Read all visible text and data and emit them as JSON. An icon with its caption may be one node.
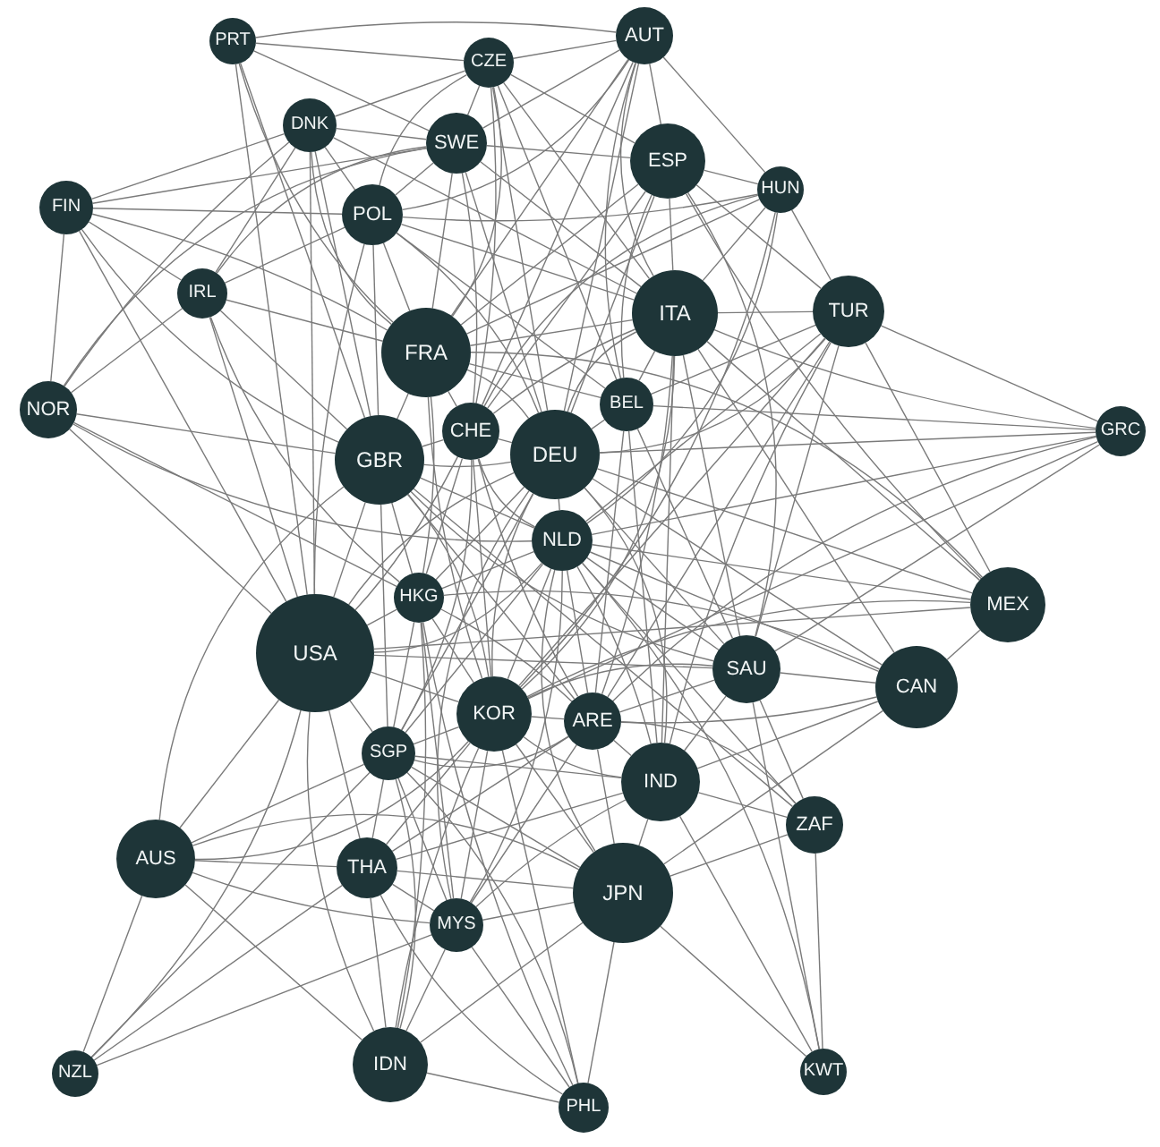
{
  "diagram": {
    "nodes": [
      {
        "text": [
          "PRT"
        ]
      },
      {
        "text": [
          "CZE"
        ]
      },
      {
        "text": [
          "AUT"
        ]
      },
      {
        "text": [
          "DNK"
        ]
      },
      {
        "text": [
          "SWE"
        ]
      },
      {
        "text": [
          "ESP"
        ]
      },
      {
        "text": [
          "HUN"
        ]
      },
      {
        "text": [
          "FIN"
        ]
      },
      {
        "text": [
          "POL"
        ]
      },
      {
        "text": [
          "IRL"
        ]
      },
      {
        "text": [
          "ITA"
        ]
      },
      {
        "text": [
          "TUR"
        ]
      },
      {
        "text": [
          "FRA"
        ]
      },
      {
        "text": [
          "NOR"
        ]
      },
      {
        "text": [
          "BEL"
        ]
      },
      {
        "text": [
          "CHE"
        ]
      },
      {
        "text": [
          "GRC"
        ]
      },
      {
        "text": [
          "GBR"
        ]
      },
      {
        "text": [
          "DEU"
        ]
      },
      {
        "text": [
          "NLD"
        ]
      },
      {
        "text": [
          "HKG"
        ]
      },
      {
        "text": [
          "MEX"
        ]
      },
      {
        "text": [
          "USA"
        ]
      },
      {
        "text": [
          "SAU"
        ]
      },
      {
        "text": [
          "CAN"
        ]
      },
      {
        "text": [
          "KOR"
        ]
      },
      {
        "text": [
          "ARE"
        ]
      },
      {
        "text": [
          "SGP"
        ]
      },
      {
        "text": [
          "IND"
        ]
      },
      {
        "text": [
          "ZAF"
        ]
      },
      {
        "text": [
          "AUS"
        ]
      },
      {
        "text": [
          "THA"
        ]
      },
      {
        "text": [
          "JPN"
        ]
      },
      {
        "text": [
          "MYS"
        ]
      },
      {
        "text": [
          "NZL"
        ]
      },
      {
        "text": [
          "IDN"
        ]
      },
      {
        "text": [
          "PHL"
        ]
      },
      {
        "text": [
          "KWT"
        ]
      }
    ],
    "edges": [
      {
        "from": 0,
        "to": 1,
        "arrow": "none"
      },
      {
        "from": 0,
        "to": 2,
        "arrow": "none"
      },
      {
        "from": 0,
        "to": 4,
        "arrow": "none"
      },
      {
        "from": 0,
        "to": 12,
        "arrow": "none"
      },
      {
        "from": 0,
        "to": 17,
        "arrow": "none"
      },
      {
        "from": 0,
        "to": 22,
        "arrow": "none"
      },
      {
        "from": 1,
        "to": 2,
        "arrow": "none"
      },
      {
        "from": 1,
        "to": 3,
        "arrow": "none"
      },
      {
        "from": 1,
        "to": 4,
        "arrow": "none"
      },
      {
        "from": 1,
        "to": 5,
        "arrow": "none"
      },
      {
        "from": 1,
        "to": 8,
        "arrow": "none"
      },
      {
        "from": 1,
        "to": 10,
        "arrow": "none"
      },
      {
        "from": 1,
        "to": 12,
        "arrow": "none"
      },
      {
        "from": 1,
        "to": 14,
        "arrow": "none"
      },
      {
        "from": 1,
        "to": 15,
        "arrow": "none"
      },
      {
        "from": 1,
        "to": 18,
        "arrow": "none"
      },
      {
        "from": 2,
        "to": 4,
        "arrow": "none"
      },
      {
        "from": 2,
        "to": 5,
        "arrow": "none"
      },
      {
        "from": 2,
        "to": 6,
        "arrow": "none"
      },
      {
        "from": 2,
        "to": 8,
        "arrow": "none"
      },
      {
        "from": 2,
        "to": 10,
        "arrow": "none"
      },
      {
        "from": 2,
        "to": 12,
        "arrow": "none"
      },
      {
        "from": 2,
        "to": 14,
        "arrow": "none"
      },
      {
        "from": 2,
        "to": 15,
        "arrow": "none"
      },
      {
        "from": 2,
        "to": 18,
        "arrow": "none"
      },
      {
        "from": 3,
        "to": 4,
        "arrow": "none"
      },
      {
        "from": 3,
        "to": 7,
        "arrow": "none"
      },
      {
        "from": 3,
        "to": 8,
        "arrow": "none"
      },
      {
        "from": 3,
        "to": 9,
        "arrow": "none"
      },
      {
        "from": 3,
        "to": 10,
        "arrow": "none"
      },
      {
        "from": 3,
        "to": 12,
        "arrow": "none"
      },
      {
        "from": 3,
        "to": 13,
        "arrow": "none"
      },
      {
        "from": 3,
        "to": 17,
        "arrow": "none"
      },
      {
        "from": 3,
        "to": 22,
        "arrow": "none"
      },
      {
        "from": 4,
        "to": 5,
        "arrow": "none"
      },
      {
        "from": 4,
        "to": 7,
        "arrow": "none"
      },
      {
        "from": 4,
        "to": 8,
        "arrow": "none"
      },
      {
        "from": 4,
        "to": 9,
        "arrow": "none"
      },
      {
        "from": 4,
        "to": 10,
        "arrow": "none"
      },
      {
        "from": 4,
        "to": 12,
        "arrow": "none"
      },
      {
        "from": 4,
        "to": 13,
        "arrow": "none"
      },
      {
        "from": 4,
        "to": 15,
        "arrow": "none"
      },
      {
        "from": 4,
        "to": 18,
        "arrow": "none"
      },
      {
        "from": 5,
        "to": 6,
        "arrow": "none"
      },
      {
        "from": 5,
        "to": 10,
        "arrow": "none"
      },
      {
        "from": 5,
        "to": 11,
        "arrow": "none"
      },
      {
        "from": 5,
        "to": 12,
        "arrow": "none"
      },
      {
        "from": 5,
        "to": 14,
        "arrow": "none"
      },
      {
        "from": 5,
        "to": 15,
        "arrow": "none"
      },
      {
        "from": 5,
        "to": 18,
        "arrow": "none"
      },
      {
        "from": 5,
        "to": 21,
        "arrow": "none"
      },
      {
        "from": 5,
        "to": 23,
        "arrow": "none"
      },
      {
        "from": 6,
        "to": 8,
        "arrow": "none"
      },
      {
        "from": 6,
        "to": 10,
        "arrow": "none"
      },
      {
        "from": 6,
        "to": 11,
        "arrow": "none"
      },
      {
        "from": 6,
        "to": 12,
        "arrow": "none"
      },
      {
        "from": 6,
        "to": 15,
        "arrow": "none"
      },
      {
        "from": 6,
        "to": 19,
        "arrow": "none"
      },
      {
        "from": 6,
        "to": 25,
        "arrow": "none"
      },
      {
        "from": 7,
        "to": 8,
        "arrow": "none"
      },
      {
        "from": 7,
        "to": 9,
        "arrow": "none"
      },
      {
        "from": 7,
        "to": 12,
        "arrow": "none"
      },
      {
        "from": 7,
        "to": 13,
        "arrow": "none"
      },
      {
        "from": 7,
        "to": 17,
        "arrow": "none"
      },
      {
        "from": 7,
        "to": 22,
        "arrow": "none"
      },
      {
        "from": 8,
        "to": 9,
        "arrow": "none"
      },
      {
        "from": 8,
        "to": 10,
        "arrow": "none"
      },
      {
        "from": 8,
        "to": 12,
        "arrow": "none"
      },
      {
        "from": 8,
        "to": 14,
        "arrow": "none"
      },
      {
        "from": 8,
        "to": 17,
        "arrow": "none"
      },
      {
        "from": 8,
        "to": 18,
        "arrow": "none"
      },
      {
        "from": 8,
        "to": 22,
        "arrow": "none"
      },
      {
        "from": 9,
        "to": 12,
        "arrow": "none"
      },
      {
        "from": 9,
        "to": 13,
        "arrow": "none"
      },
      {
        "from": 9,
        "to": 17,
        "arrow": "none"
      },
      {
        "from": 9,
        "to": 20,
        "arrow": "none"
      },
      {
        "from": 9,
        "to": 22,
        "arrow": "none"
      },
      {
        "from": 10,
        "to": 11,
        "arrow": "none"
      },
      {
        "from": 10,
        "to": 12,
        "arrow": "none"
      },
      {
        "from": 10,
        "to": 14,
        "arrow": "none"
      },
      {
        "from": 10,
        "to": 15,
        "arrow": "none"
      },
      {
        "from": 10,
        "to": 16,
        "arrow": "none"
      },
      {
        "from": 10,
        "to": 18,
        "arrow": "none"
      },
      {
        "from": 10,
        "to": 21,
        "arrow": "none"
      },
      {
        "from": 10,
        "to": 23,
        "arrow": "none"
      },
      {
        "from": 10,
        "to": 24,
        "arrow": "none"
      },
      {
        "from": 10,
        "to": 25,
        "arrow": "none"
      },
      {
        "from": 10,
        "to": 26,
        "arrow": "none"
      },
      {
        "from": 10,
        "to": 28,
        "arrow": "none"
      },
      {
        "from": 11,
        "to": 14,
        "arrow": "none"
      },
      {
        "from": 11,
        "to": 16,
        "arrow": "none"
      },
      {
        "from": 11,
        "to": 18,
        "arrow": "none"
      },
      {
        "from": 11,
        "to": 19,
        "arrow": "none"
      },
      {
        "from": 11,
        "to": 21,
        "arrow": "none"
      },
      {
        "from": 11,
        "to": 23,
        "arrow": "none"
      },
      {
        "from": 11,
        "to": 25,
        "arrow": "none"
      },
      {
        "from": 11,
        "to": 26,
        "arrow": "none"
      },
      {
        "from": 11,
        "to": 28,
        "arrow": "none"
      },
      {
        "from": 12,
        "to": 14,
        "arrow": "none"
      },
      {
        "from": 12,
        "to": 15,
        "arrow": "none"
      },
      {
        "from": 12,
        "to": 17,
        "arrow": "none"
      },
      {
        "from": 12,
        "to": 18,
        "arrow": "none"
      },
      {
        "from": 12,
        "to": 20,
        "arrow": "none"
      },
      {
        "from": 12,
        "to": 21,
        "arrow": "none"
      },
      {
        "from": 12,
        "to": 25,
        "arrow": "none"
      },
      {
        "from": 13,
        "to": 17,
        "arrow": "none"
      },
      {
        "from": 13,
        "to": 19,
        "arrow": "none"
      },
      {
        "from": 13,
        "to": 20,
        "arrow": "none"
      },
      {
        "from": 13,
        "to": 22,
        "arrow": "none"
      },
      {
        "from": 14,
        "to": 16,
        "arrow": "none"
      },
      {
        "from": 14,
        "to": 18,
        "arrow": "none"
      },
      {
        "from": 14,
        "to": 23,
        "arrow": "none"
      },
      {
        "from": 14,
        "to": 26,
        "arrow": "none"
      },
      {
        "from": 14,
        "to": 28,
        "arrow": "none"
      },
      {
        "from": 15,
        "to": 17,
        "arrow": "none"
      },
      {
        "from": 15,
        "to": 18,
        "arrow": "none"
      },
      {
        "from": 15,
        "to": 19,
        "arrow": "none"
      },
      {
        "from": 15,
        "to": 20,
        "arrow": "none"
      },
      {
        "from": 15,
        "to": 22,
        "arrow": "none"
      },
      {
        "from": 15,
        "to": 25,
        "arrow": "none"
      },
      {
        "from": 15,
        "to": 26,
        "arrow": "none"
      },
      {
        "from": 15,
        "to": 27,
        "arrow": "none"
      },
      {
        "from": 16,
        "to": 18,
        "arrow": "none"
      },
      {
        "from": 16,
        "to": 19,
        "arrow": "none"
      },
      {
        "from": 16,
        "to": 23,
        "arrow": "none"
      },
      {
        "from": 16,
        "to": 25,
        "arrow": "none"
      },
      {
        "from": 16,
        "to": 26,
        "arrow": "none"
      },
      {
        "from": 17,
        "to": 18,
        "arrow": "none"
      },
      {
        "from": 17,
        "to": 19,
        "arrow": "none"
      },
      {
        "from": 17,
        "to": 20,
        "arrow": "none"
      },
      {
        "from": 17,
        "to": 22,
        "arrow": "none"
      },
      {
        "from": 17,
        "to": 23,
        "arrow": "none"
      },
      {
        "from": 17,
        "to": 25,
        "arrow": "none"
      },
      {
        "from": 17,
        "to": 26,
        "arrow": "none"
      },
      {
        "from": 17,
        "to": 27,
        "arrow": "none"
      },
      {
        "from": 17,
        "to": 29,
        "arrow": "none"
      },
      {
        "from": 17,
        "to": 30,
        "arrow": "none"
      },
      {
        "from": 18,
        "to": 19,
        "arrow": "none"
      },
      {
        "from": 18,
        "to": 20,
        "arrow": "none"
      },
      {
        "from": 18,
        "to": 21,
        "arrow": "none"
      },
      {
        "from": 18,
        "to": 22,
        "arrow": "none"
      },
      {
        "from": 18,
        "to": 23,
        "arrow": "none"
      },
      {
        "from": 18,
        "to": 24,
        "arrow": "none"
      },
      {
        "from": 18,
        "to": 25,
        "arrow": "none"
      },
      {
        "from": 18,
        "to": 27,
        "arrow": "none"
      },
      {
        "from": 18,
        "to": 28,
        "arrow": "none"
      },
      {
        "from": 18,
        "to": 33,
        "arrow": "none"
      },
      {
        "from": 19,
        "to": 20,
        "arrow": "none"
      },
      {
        "from": 19,
        "to": 21,
        "arrow": "none"
      },
      {
        "from": 19,
        "to": 22,
        "arrow": "none"
      },
      {
        "from": 19,
        "to": 23,
        "arrow": "none"
      },
      {
        "from": 19,
        "to": 24,
        "arrow": "none"
      },
      {
        "from": 19,
        "to": 25,
        "arrow": "none"
      },
      {
        "from": 19,
        "to": 26,
        "arrow": "none"
      },
      {
        "from": 19,
        "to": 27,
        "arrow": "none"
      },
      {
        "from": 19,
        "to": 28,
        "arrow": "none"
      },
      {
        "from": 19,
        "to": 29,
        "arrow": "none"
      },
      {
        "from": 19,
        "to": 32,
        "arrow": "none"
      },
      {
        "from": 19,
        "to": 33,
        "arrow": "none"
      },
      {
        "from": 19,
        "to": 37,
        "arrow": "none"
      },
      {
        "from": 20,
        "to": 22,
        "arrow": "none"
      },
      {
        "from": 20,
        "to": 24,
        "arrow": "none"
      },
      {
        "from": 20,
        "to": 25,
        "arrow": "none"
      },
      {
        "from": 20,
        "to": 26,
        "arrow": "none"
      },
      {
        "from": 20,
        "to": 27,
        "arrow": "none"
      },
      {
        "from": 20,
        "to": 33,
        "arrow": "none"
      },
      {
        "from": 20,
        "to": 35,
        "arrow": "none"
      },
      {
        "from": 20,
        "to": 36,
        "arrow": "none"
      },
      {
        "from": 21,
        "to": 22,
        "arrow": "none"
      },
      {
        "from": 21,
        "to": 24,
        "arrow": "none"
      },
      {
        "from": 21,
        "to": 25,
        "arrow": "none"
      },
      {
        "from": 22,
        "to": 23,
        "arrow": "none"
      },
      {
        "from": 22,
        "to": 25,
        "arrow": "none"
      },
      {
        "from": 22,
        "to": 27,
        "arrow": "none"
      },
      {
        "from": 22,
        "to": 30,
        "arrow": "none"
      },
      {
        "from": 22,
        "to": 31,
        "arrow": "none"
      },
      {
        "from": 22,
        "to": 34,
        "arrow": "none"
      },
      {
        "from": 22,
        "to": 35,
        "arrow": "none"
      },
      {
        "from": 23,
        "to": 24,
        "arrow": "none"
      },
      {
        "from": 23,
        "to": 25,
        "arrow": "none"
      },
      {
        "from": 23,
        "to": 26,
        "arrow": "none"
      },
      {
        "from": 23,
        "to": 28,
        "arrow": "none"
      },
      {
        "from": 23,
        "to": 29,
        "arrow": "none"
      },
      {
        "from": 23,
        "to": 37,
        "arrow": "none"
      },
      {
        "from": 24,
        "to": 26,
        "arrow": "none"
      },
      {
        "from": 24,
        "to": 28,
        "arrow": "none"
      },
      {
        "from": 24,
        "to": 32,
        "arrow": "none"
      },
      {
        "from": 25,
        "to": 26,
        "arrow": "none"
      },
      {
        "from": 25,
        "to": 27,
        "arrow": "none"
      },
      {
        "from": 25,
        "to": 28,
        "arrow": "none"
      },
      {
        "from": 25,
        "to": 30,
        "arrow": "none"
      },
      {
        "from": 25,
        "to": 31,
        "arrow": "none"
      },
      {
        "from": 25,
        "to": 32,
        "arrow": "none"
      },
      {
        "from": 25,
        "to": 33,
        "arrow": "none"
      },
      {
        "from": 25,
        "to": 35,
        "arrow": "none"
      },
      {
        "from": 25,
        "to": 36,
        "arrow": "none"
      },
      {
        "from": 26,
        "to": 27,
        "arrow": "none"
      },
      {
        "from": 26,
        "to": 28,
        "arrow": "none"
      },
      {
        "from": 26,
        "to": 29,
        "arrow": "none"
      },
      {
        "from": 26,
        "to": 31,
        "arrow": "none"
      },
      {
        "from": 26,
        "to": 32,
        "arrow": "none"
      },
      {
        "from": 26,
        "to": 33,
        "arrow": "none"
      },
      {
        "from": 27,
        "to": 28,
        "arrow": "none"
      },
      {
        "from": 27,
        "to": 30,
        "arrow": "none"
      },
      {
        "from": 27,
        "to": 31,
        "arrow": "none"
      },
      {
        "from": 27,
        "to": 32,
        "arrow": "none"
      },
      {
        "from": 27,
        "to": 33,
        "arrow": "none"
      },
      {
        "from": 27,
        "to": 34,
        "arrow": "none"
      },
      {
        "from": 27,
        "to": 35,
        "arrow": "none"
      },
      {
        "from": 27,
        "to": 36,
        "arrow": "none"
      },
      {
        "from": 28,
        "to": 29,
        "arrow": "none"
      },
      {
        "from": 28,
        "to": 31,
        "arrow": "none"
      },
      {
        "from": 28,
        "to": 32,
        "arrow": "none"
      },
      {
        "from": 28,
        "to": 33,
        "arrow": "none"
      },
      {
        "from": 28,
        "to": 37,
        "arrow": "none"
      },
      {
        "from": 29,
        "to": 32,
        "arrow": "none"
      },
      {
        "from": 29,
        "to": 37,
        "arrow": "none"
      },
      {
        "from": 30,
        "to": 31,
        "arrow": "none"
      },
      {
        "from": 30,
        "to": 32,
        "arrow": "none"
      },
      {
        "from": 30,
        "to": 33,
        "arrow": "none"
      },
      {
        "from": 30,
        "to": 34,
        "arrow": "none"
      },
      {
        "from": 30,
        "to": 35,
        "arrow": "none"
      },
      {
        "from": 31,
        "to": 32,
        "arrow": "none"
      },
      {
        "from": 31,
        "to": 33,
        "arrow": "none"
      },
      {
        "from": 31,
        "to": 34,
        "arrow": "none"
      },
      {
        "from": 31,
        "to": 35,
        "arrow": "none"
      },
      {
        "from": 31,
        "to": 36,
        "arrow": "none"
      },
      {
        "from": 32,
        "to": 33,
        "arrow": "none"
      },
      {
        "from": 32,
        "to": 35,
        "arrow": "none"
      },
      {
        "from": 32,
        "to": 36,
        "arrow": "none"
      },
      {
        "from": 32,
        "to": 37,
        "arrow": "none"
      },
      {
        "from": 33,
        "to": 34,
        "arrow": "none"
      },
      {
        "from": 33,
        "to": 35,
        "arrow": "none"
      },
      {
        "from": 33,
        "to": 36,
        "arrow": "none"
      },
      {
        "from": 35,
        "to": 36,
        "arrow": "none"
      }
    ]
  }
}
